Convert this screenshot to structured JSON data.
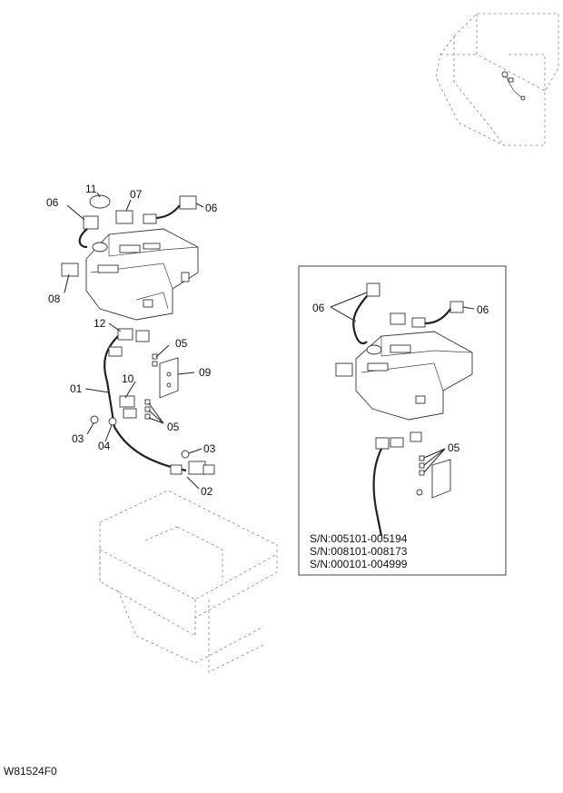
{
  "figure_code": "W81524F0",
  "callouts": {
    "c11": "11",
    "c06a": "06",
    "c07": "07",
    "c06b": "06",
    "c08": "08",
    "c12": "12",
    "c05a": "05",
    "c09": "09",
    "c10": "10",
    "c01": "01",
    "c05b": "05",
    "c03a": "03",
    "c04": "04",
    "c03b": "03",
    "c02": "02"
  },
  "inset": {
    "c06a": "06",
    "c06b": "06",
    "c05": "05",
    "serial_numbers": [
      "S/N:005101-005194",
      "S/N:008101-008173",
      "S/N:000101-004999"
    ]
  }
}
